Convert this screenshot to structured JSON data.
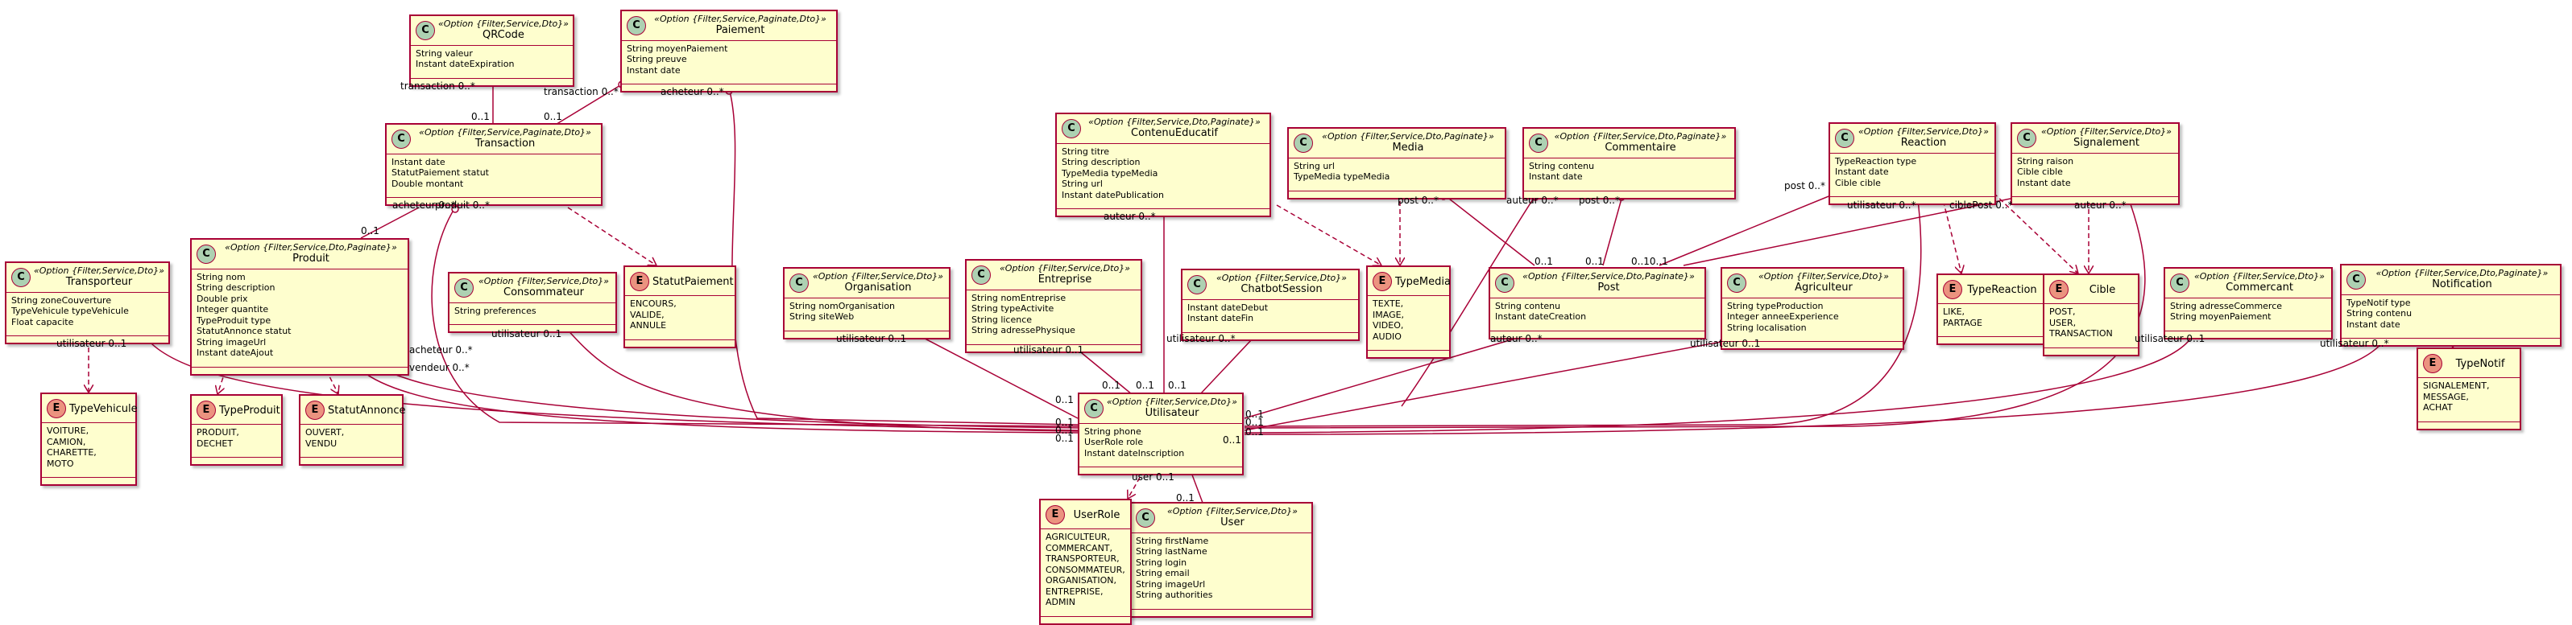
{
  "colors": {
    "background": "#fefece",
    "border": "#a80036",
    "class_icon": "#add1b2",
    "enum_icon": "#eb937f"
  },
  "classes": [
    {
      "id": "QRCode",
      "stereotype": "«Option {Filter,Service,Dto}»",
      "name": "QRCode",
      "fields": [
        "String valeur",
        "Instant dateExpiration"
      ]
    },
    {
      "id": "Paiement",
      "stereotype": "«Option {Filter,Service,Paginate,Dto}»",
      "name": "Paiement",
      "fields": [
        "String moyenPaiement",
        "String preuve",
        "Instant date"
      ]
    },
    {
      "id": "Transaction",
      "stereotype": "«Option {Filter,Service,Paginate,Dto}»",
      "name": "Transaction",
      "fields": [
        "Instant date",
        "StatutPaiement statut",
        "Double montant"
      ]
    },
    {
      "id": "ContenuEducatif",
      "stereotype": "«Option {Filter,Service,Dto,Paginate}»",
      "name": "ContenuEducatif",
      "fields": [
        "String titre",
        "String description",
        "TypeMedia typeMedia",
        "String url",
        "Instant datePublication"
      ]
    },
    {
      "id": "Media",
      "stereotype": "«Option {Filter,Service,Dto,Paginate}»",
      "name": "Media",
      "fields": [
        "String url",
        "TypeMedia typeMedia"
      ]
    },
    {
      "id": "Commentaire",
      "stereotype": "«Option {Filter,Service,Dto,Paginate}»",
      "name": "Commentaire",
      "fields": [
        "String contenu",
        "Instant date"
      ]
    },
    {
      "id": "Reaction",
      "stereotype": "«Option {Filter,Service,Dto}»",
      "name": "Reaction",
      "fields": [
        "TypeReaction type",
        "Instant date",
        "Cible cible"
      ]
    },
    {
      "id": "Signalement",
      "stereotype": "«Option {Filter,Service,Dto}»",
      "name": "Signalement",
      "fields": [
        "String raison",
        "Cible cible",
        "Instant date"
      ]
    },
    {
      "id": "Transporteur",
      "stereotype": "«Option {Filter,Service,Dto}»",
      "name": "Transporteur",
      "fields": [
        "String zoneCouverture",
        "TypeVehicule typeVehicule",
        "Float capacite"
      ]
    },
    {
      "id": "Produit",
      "stereotype": "«Option {Filter,Service,Dto,Paginate}»",
      "name": "Produit",
      "fields": [
        "String nom",
        "String description",
        "Double prix",
        "Integer quantite",
        "TypeProduit type",
        "StatutAnnonce statut",
        "String imageUrl",
        "Instant dateAjout"
      ]
    },
    {
      "id": "Consommateur",
      "stereotype": "«Option {Filter,Service,Dto}»",
      "name": "Consommateur",
      "fields": [
        "String preferences"
      ]
    },
    {
      "id": "Organisation",
      "stereotype": "«Option {Filter,Service,Dto}»",
      "name": "Organisation",
      "fields": [
        "String nomOrganisation",
        "String siteWeb"
      ]
    },
    {
      "id": "Entreprise",
      "stereotype": "«Option {Filter,Service,Dto}»",
      "name": "Entreprise",
      "fields": [
        "String nomEntreprise",
        "String typeActivite",
        "String licence",
        "String adressePhysique"
      ]
    },
    {
      "id": "ChatbotSession",
      "stereotype": "«Option {Filter,Service,Dto}»",
      "name": "ChatbotSession",
      "fields": [
        "Instant dateDebut",
        "Instant dateFin"
      ]
    },
    {
      "id": "Post",
      "stereotype": "«Option {Filter,Service,Dto,Paginate}»",
      "name": "Post",
      "fields": [
        "String contenu",
        "Instant dateCreation"
      ]
    },
    {
      "id": "Agriculteur",
      "stereotype": "«Option {Filter,Service,Dto}»",
      "name": "Agriculteur",
      "fields": [
        "String typeProduction",
        "Integer anneeExperience",
        "String localisation"
      ]
    },
    {
      "id": "Commercant",
      "stereotype": "«Option {Filter,Service,Dto}»",
      "name": "Commercant",
      "fields": [
        "String adresseCommerce",
        "String moyenPaiement"
      ]
    },
    {
      "id": "Notification",
      "stereotype": "«Option {Filter,Service,Dto,Paginate}»",
      "name": "Notification",
      "fields": [
        "TypeNotif type",
        "String contenu",
        "Instant date"
      ]
    },
    {
      "id": "Utilisateur",
      "stereotype": "«Option {Filter,Service,Dto}»",
      "name": "Utilisateur",
      "fields": [
        "String phone",
        "UserRole role",
        "Instant dateInscription"
      ]
    },
    {
      "id": "User",
      "stereotype": "«Option {Filter,Service,Dto}»",
      "name": "User",
      "fields": [
        "String firstName",
        "String lastName",
        "String login",
        "String email",
        "String imageUrl",
        "String authorities"
      ]
    }
  ],
  "enums": [
    {
      "id": "StatutPaiement",
      "name": "StatutPaiement",
      "values": [
        "ENCOURS,",
        "VALIDE,",
        "ANNULE"
      ]
    },
    {
      "id": "TypeMedia",
      "name": "TypeMedia",
      "values": [
        "TEXTE,",
        "IMAGE,",
        "VIDEO,",
        "AUDIO"
      ]
    },
    {
      "id": "TypeReaction",
      "name": "TypeReaction",
      "values": [
        "LIKE,",
        "PARTAGE"
      ]
    },
    {
      "id": "Cible",
      "name": "Cible",
      "values": [
        "POST,",
        "USER,",
        "TRANSACTION"
      ]
    },
    {
      "id": "TypeVehicule",
      "name": "TypeVehicule",
      "values": [
        "VOITURE,",
        "CAMION,",
        "CHARETTE,",
        "MOTO"
      ]
    },
    {
      "id": "TypeProduit",
      "name": "TypeProduit",
      "values": [
        "PRODUIT,",
        "DECHET"
      ]
    },
    {
      "id": "StatutAnnonce",
      "name": "StatutAnnonce",
      "values": [
        "OUVERT,",
        "VENDU"
      ]
    },
    {
      "id": "TypeNotif",
      "name": "TypeNotif",
      "values": [
        "SIGNALEMENT,",
        "MESSAGE,",
        "ACHAT"
      ]
    },
    {
      "id": "UserRole",
      "name": "UserRole",
      "values": [
        "AGRICULTEUR,",
        "COMMERCANT,",
        "TRANSPORTEUR,",
        "CONSOMMATEUR,",
        "ORGANISATION,",
        "ENTREPRISE,",
        "ADMIN"
      ]
    }
  ],
  "edge_labels": {
    "transaction_qr": "transaction 0..*",
    "one_qr": "0..1",
    "transaction_pay": "transaction 0..*",
    "one_pay": "0..1",
    "acheteur_pay": "acheteur 0..*",
    "acheteur_tr": "acheteur 0..*",
    "produit_tr": "produit 0..*",
    "one_produit": "0..1",
    "auteur_ce": "auteur 0..*",
    "post_media": "post 0..*",
    "one_media": "0..1",
    "auteur_com": "auteur 0..*",
    "post_com": "post 0..*",
    "one_com": "0..1",
    "post_react": "post 0..*",
    "util_react": "utilisateur 0..*",
    "cible_post": "ciblePost 0..*",
    "one_post_pair": "0..10..1",
    "auteur_sig": "auteur 0..*",
    "util_transp": "utilisateur 0..1",
    "acheteur_prod": "acheteur 0..*",
    "vendeur_prod": "vendeur 0..*",
    "util_conso": "utilisateur 0..1",
    "util_org": "utilisateur 0..1",
    "util_ent": "utilisateur 0..1",
    "util_chat": "utilisateur 0..*",
    "auteur_post": "auteur 0..*",
    "util_agri": "utilisateur 0..1",
    "util_comm": "utilisateur 0..1",
    "util_notif": "utilisateur 0..*",
    "u_left_a": "0..1",
    "u_left_b": "0..1",
    "u_left_c": "0..1",
    "u_left_d": "0..1",
    "u_top_a": "0..1",
    "u_top_b": "0..1",
    "u_top_c": "0..1",
    "u_right_a": "0..1",
    "u_right_b": "0..1",
    "u_right_c": "0..1",
    "u_right_d": "0..1",
    "user_u": "user 0..1",
    "one_user": "0..1"
  }
}
